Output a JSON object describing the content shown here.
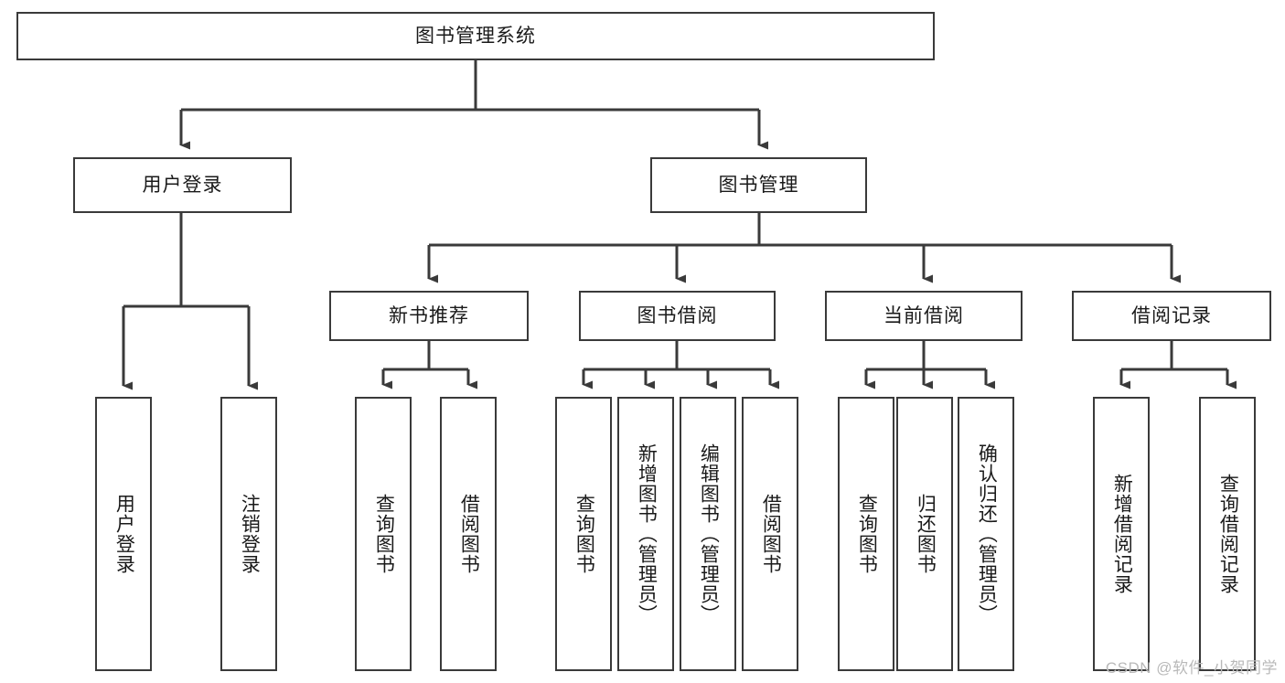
{
  "diagram": {
    "title": "图书管理系统",
    "type": "tree-hierarchy",
    "watermark": "CSDN @软件_小贺同学",
    "colors": {
      "box_border": "#3a3a3a",
      "box_fill": "#ffffff",
      "edge": "#3a3a3a",
      "text": "#1a1a1a",
      "watermark": "#b9b9b9",
      "background": "#ffffff"
    }
  },
  "nodes": {
    "root": {
      "label": "图书管理系统",
      "level": 1,
      "orientation": "horizontal"
    },
    "l2": [
      {
        "id": "user-login",
        "label": "用户登录",
        "level": 2,
        "orientation": "horizontal"
      },
      {
        "id": "book-manage",
        "label": "图书管理",
        "level": 2,
        "orientation": "horizontal"
      }
    ],
    "l3": [
      {
        "id": "new-book-recommend",
        "label": "新书推荐",
        "level": 3,
        "orientation": "horizontal"
      },
      {
        "id": "book-borrow",
        "label": "图书借阅",
        "level": 3,
        "orientation": "horizontal"
      },
      {
        "id": "current-borrow",
        "label": "当前借阅",
        "level": 3,
        "orientation": "horizontal"
      },
      {
        "id": "borrow-record",
        "label": "借阅记录",
        "level": 3,
        "orientation": "horizontal"
      }
    ],
    "leaves": {
      "user_login": [
        {
          "id": "leaf-user-login",
          "label": "用户登录"
        },
        {
          "id": "leaf-logout-login",
          "label": "注销登录"
        }
      ],
      "new_book_recommend": [
        {
          "id": "leaf-query-book-1",
          "label": "查询图书"
        },
        {
          "id": "leaf-borrow-book-1",
          "label": "借阅图书"
        }
      ],
      "book_borrow": [
        {
          "id": "leaf-query-book-2",
          "label": "查询图书"
        },
        {
          "id": "leaf-add-book-admin",
          "label": "新增图书（管理员）"
        },
        {
          "id": "leaf-edit-book-admin",
          "label": "编辑图书（管理员）"
        },
        {
          "id": "leaf-borrow-book-2",
          "label": "借阅图书"
        }
      ],
      "current_borrow": [
        {
          "id": "leaf-query-book-3",
          "label": "查询图书"
        },
        {
          "id": "leaf-return-book",
          "label": "归还图书"
        },
        {
          "id": "leaf-confirm-return-admin",
          "label": "确认归还（管理员）"
        }
      ],
      "borrow_record": [
        {
          "id": "leaf-add-borrow-record",
          "label": "新增借阅记录"
        },
        {
          "id": "leaf-query-borrow-record",
          "label": "查询借阅记录"
        }
      ]
    }
  }
}
